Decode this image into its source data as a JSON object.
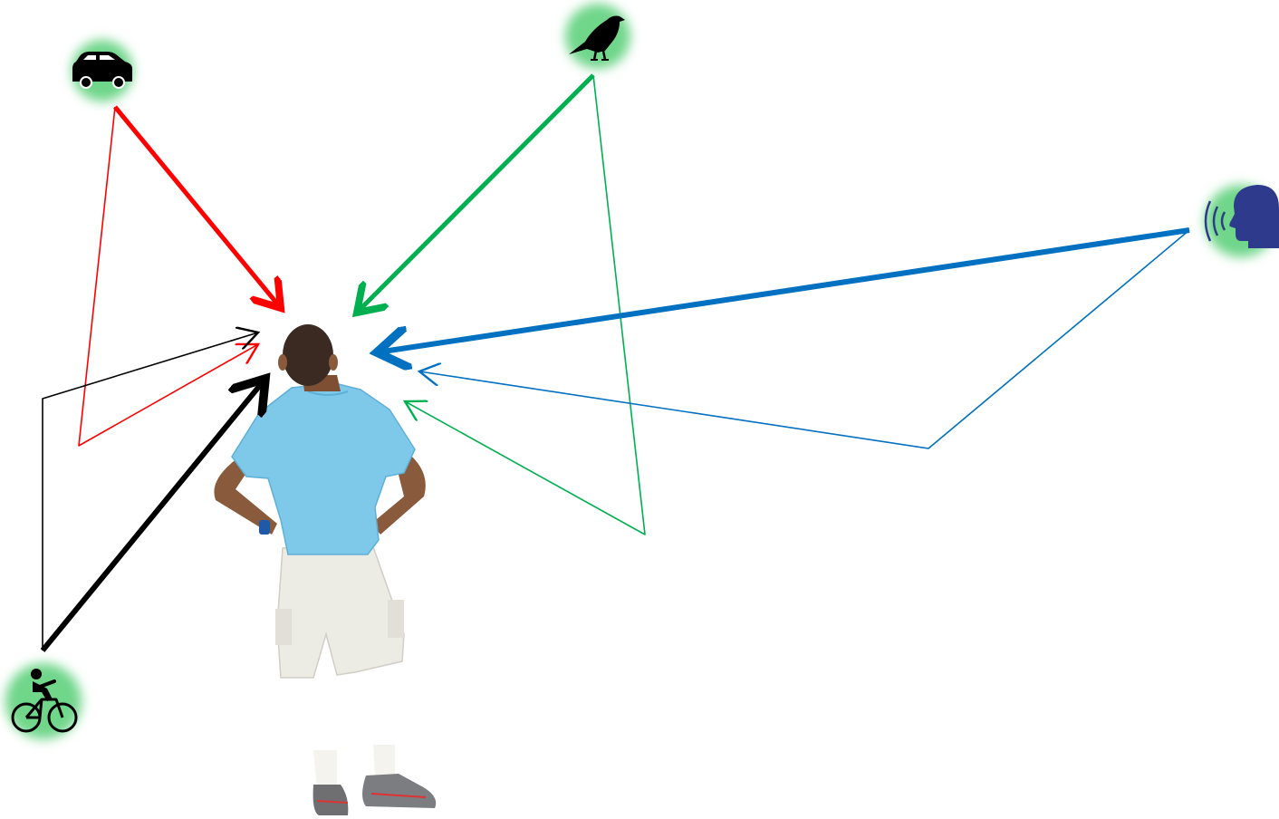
{
  "diagram": {
    "listener": {
      "icon": "person-back-view"
    },
    "sources": [
      {
        "id": "car",
        "icon": "car-icon",
        "color": "#ff0000"
      },
      {
        "id": "bird",
        "icon": "bird-icon",
        "color": "#00b050"
      },
      {
        "id": "speaker",
        "icon": "speaking-head-icon",
        "color": "#0070c0"
      },
      {
        "id": "bicycle",
        "icon": "bicycle-icon",
        "color": "#000000"
      }
    ],
    "paths": [
      {
        "source": "car",
        "kind": "direct",
        "color": "#ff0000"
      },
      {
        "source": "car",
        "kind": "reflected",
        "color": "#ff0000"
      },
      {
        "source": "bird",
        "kind": "direct",
        "color": "#00b050"
      },
      {
        "source": "bird",
        "kind": "reflected",
        "color": "#00b050"
      },
      {
        "source": "speaker",
        "kind": "direct",
        "color": "#0070c0"
      },
      {
        "source": "speaker",
        "kind": "reflected",
        "color": "#0070c0"
      },
      {
        "source": "bicycle",
        "kind": "direct",
        "color": "#000000"
      },
      {
        "source": "bicycle",
        "kind": "reflected",
        "color": "#000000"
      }
    ],
    "glow_color": "#6fd68a"
  }
}
